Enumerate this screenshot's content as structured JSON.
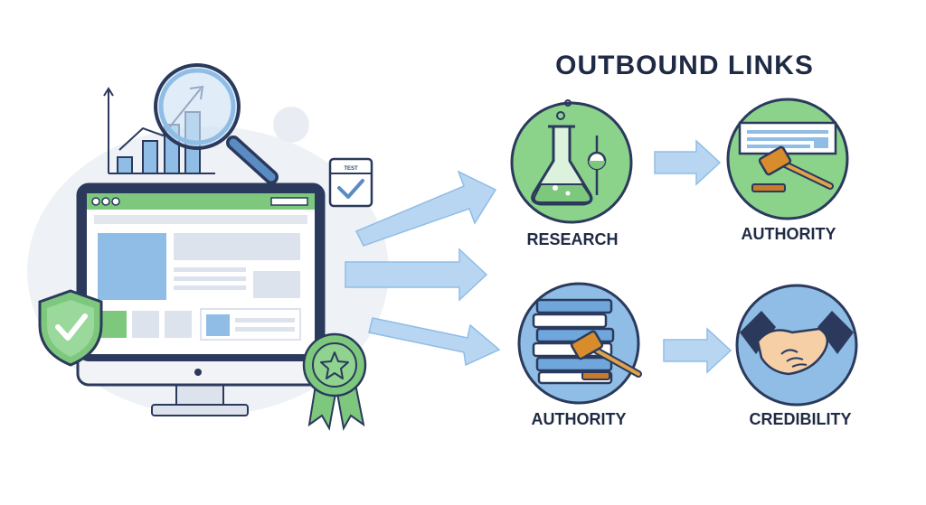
{
  "title": "OUTBOUND LINKS",
  "nodes": {
    "research": "RESEARCH",
    "authority_top": "AUTHORITY",
    "authority_bottom": "AUTHORITY",
    "credibility": "CREDIBILITY"
  },
  "calendar_badge": "TEST",
  "icons": [
    "line-chart-icon",
    "magnifier-icon",
    "monitor-icon",
    "calendar-check-icon",
    "shield-check-icon",
    "award-ribbon-icon",
    "flask-icon",
    "document-gavel-icon",
    "books-gavel-icon",
    "handshake-icon"
  ],
  "colors": {
    "navy": "#2b3a5c",
    "green": "#7ec87e",
    "blue": "#8fbde6",
    "arrow": "#b8d6f2",
    "text": "#1f2a44"
  }
}
